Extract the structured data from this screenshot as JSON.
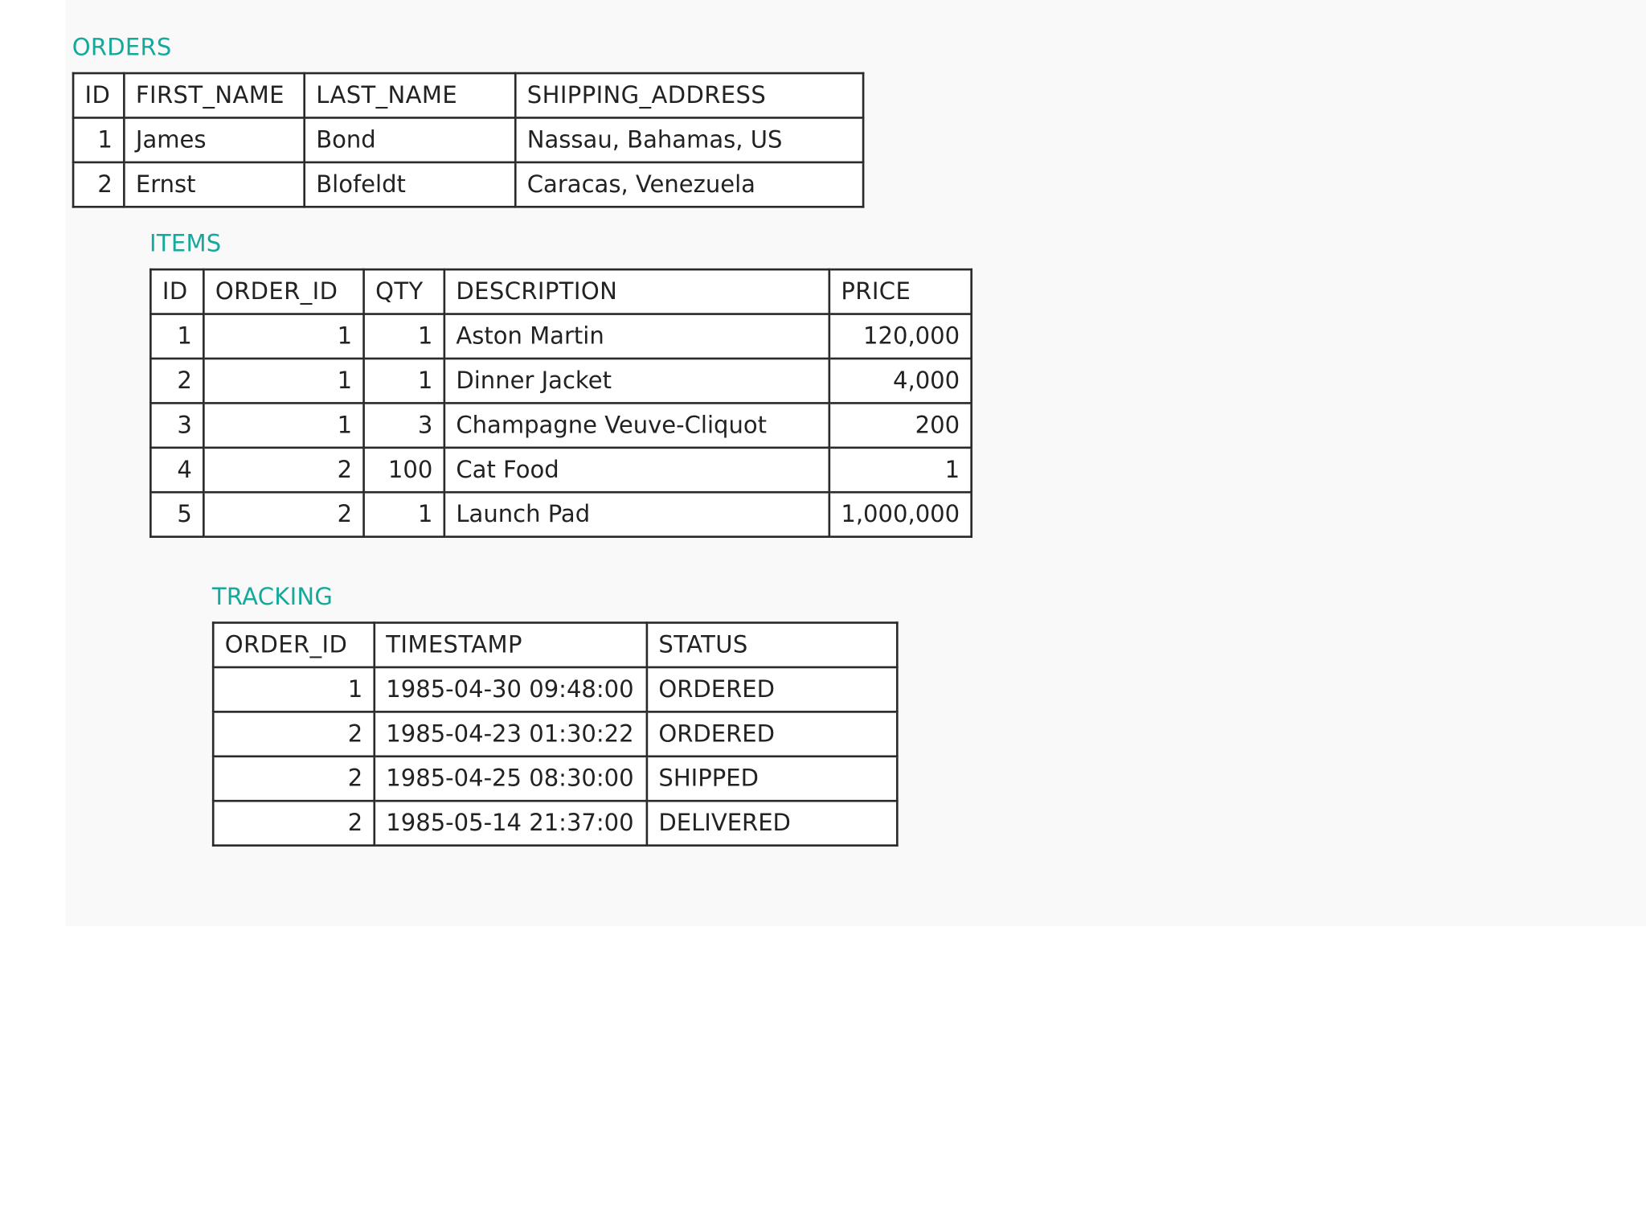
{
  "tables": {
    "orders": {
      "title": "ORDERS",
      "columns": [
        "ID",
        "FIRST_NAME",
        "LAST_NAME",
        "SHIPPING_ADDRESS"
      ],
      "rows": [
        [
          "1",
          "James",
          "Bond",
          "Nassau, Bahamas, US"
        ],
        [
          "2",
          "Ernst",
          "Blofeldt",
          "Caracas, Venezuela"
        ]
      ]
    },
    "items": {
      "title": "ITEMS",
      "columns": [
        "ID",
        "ORDER_ID",
        "QTY",
        "DESCRIPTION",
        "PRICE"
      ],
      "rows": [
        [
          "1",
          "1",
          "1",
          "Aston Martin",
          "120,000"
        ],
        [
          "2",
          "1",
          "1",
          "Dinner Jacket",
          "4,000"
        ],
        [
          "3",
          "1",
          "3",
          "Champagne Veuve-Cliquot",
          "200"
        ],
        [
          "4",
          "2",
          "100",
          "Cat Food",
          "1"
        ],
        [
          "5",
          "2",
          "1",
          "Launch Pad",
          "1,000,000"
        ]
      ]
    },
    "tracking": {
      "title": "TRACKING",
      "columns": [
        "ORDER_ID",
        "TIMESTAMP",
        "STATUS"
      ],
      "rows": [
        [
          "1",
          "1985-04-30 09:48:00",
          "ORDERED"
        ],
        [
          "2",
          "1985-04-23 01:30:22",
          "ORDERED"
        ],
        [
          "2",
          "1985-04-25 08:30:00",
          "SHIPPED"
        ],
        [
          "2",
          "1985-05-14 21:37:00",
          "DELIVERED"
        ]
      ]
    }
  },
  "colors": {
    "title_teal": "#14a99a",
    "border": "#2a2a2a",
    "text": "#222222"
  }
}
